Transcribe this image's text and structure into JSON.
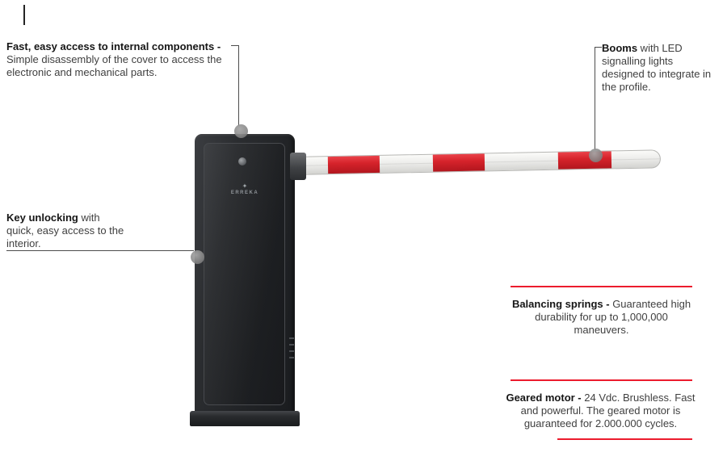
{
  "page": {
    "background": "#ffffff"
  },
  "colors": {
    "accent_red": "#ec1b2d",
    "callout_line": "#4d4d4d",
    "text_bold": "#161616",
    "text_regular": "#3f3f3f",
    "cabinet_dark": "#212326",
    "boom_light": "#ededeb",
    "stripe_red": "#d6232b"
  },
  "annotations": {
    "internal_components": {
      "bold": "Fast, easy access to internal components -",
      "text": "Simple disassembly of the cover to access the electronic and mechanical parts."
    },
    "booms": {
      "bold": "Booms",
      "text": " with LED signalling lights designed to integrate in the profile."
    },
    "key_unlocking": {
      "bold": "Key unlocking",
      "text": " with quick, easy access to the interior."
    },
    "balancing_springs": {
      "bold": "Balancing springs -",
      "text": " Guaranteed high durability for up to 1,000,000 maneuvers."
    },
    "geared_motor": {
      "bold": "Geared motor -",
      "text": " 24 Vdc. Brushless. Fast and powerful. The geared motor is guaranteed for 2.000.000 cycles."
    }
  },
  "product": {
    "brand": "ERREKA",
    "emblem_glyph": "✦"
  }
}
